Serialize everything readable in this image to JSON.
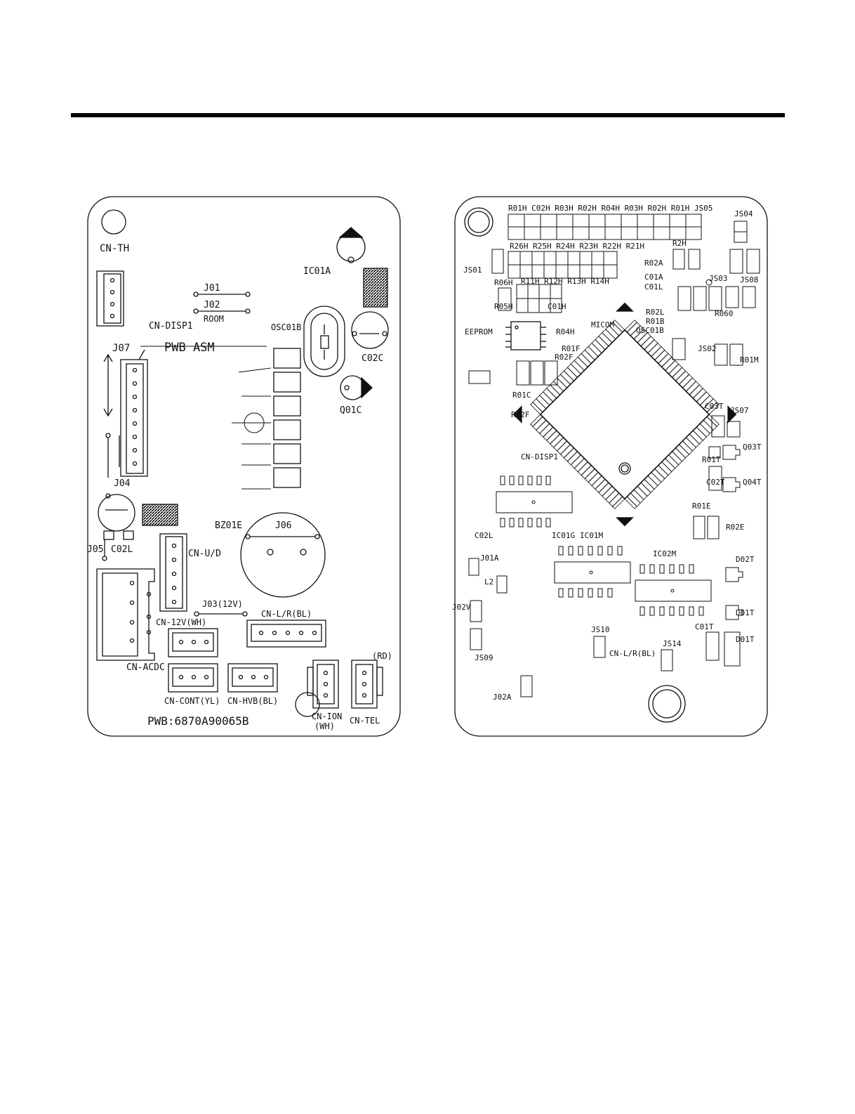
{
  "colors": {
    "ink": "#111111",
    "paper": "#ffffff"
  },
  "front": {
    "labels": {
      "cn_th": "CN-TH",
      "ic01a": "IC01A",
      "j01": "J01",
      "j02": "J02",
      "room": "ROOM",
      "cn_disp1": "CN-DISP1",
      "osc01b": "OSC01B",
      "j07": "J07",
      "pwb_asm": "PWB ASM",
      "c02c": "C02C",
      "q01c": "Q01C",
      "j04": "J04",
      "bz01e": "BZ01E",
      "j06": "J06",
      "j05": "J05",
      "c02l": "C02L",
      "cn_ud": "CN-U/D",
      "j03": "J03(12V)",
      "cn_lr": "CN-L/R(BL)",
      "cn_12v": "CN-12V(WH)",
      "cn_acdc": "CN-ACDC",
      "rd": "(RD)",
      "cn_cont": "CN-CONT(YL)",
      "cn_hvb": "CN-HVB(BL)",
      "cn_ion": "CN-ION",
      "wh": "(WH)",
      "cn_tel": "CN-TEL",
      "pwb_no": "PWB:6870A90065B"
    }
  },
  "back": {
    "labels": {
      "top_row": "R01H   C02H   R03H   R02H   R04H   R03H   R02H   R01H   JS05",
      "js04": "JS04",
      "r2h": "R2H",
      "r02a": "R02A",
      "row2": "R26H   R25H  R24H   R23H   R22H   R21H",
      "js01": "JS01",
      "c01a": "C01A",
      "c01l": "C01L",
      "row3": "R11H  R12H  R13H  R14H",
      "js03": "JS03",
      "js08": "JS08",
      "r06h": "R06H",
      "r05h": "R05H",
      "c01h": "C01H",
      "r060": "R060",
      "r02l": "R02L",
      "r01b": "R01B",
      "osc01b": "OSC01B",
      "eeprom": "EEPROM",
      "r04h": "R04H",
      "micom": "MICOM",
      "r01f": "R01F",
      "r02f_top": "R02F",
      "js02": "JS02",
      "r01m": "R01M",
      "js07": "JS07",
      "c03t": "C03T",
      "r01c": "R01C",
      "r02f": "R02F",
      "q03t": "Q03T",
      "r01t": "R01T",
      "cn_disp1": "CN-DISP1",
      "c02t": "C02T",
      "q04t": "Q04T",
      "r01e": "R01E",
      "r02e": "R02E",
      "c02l": "C02L",
      "ic01g": "IC01G",
      "ic01m": "IC01M",
      "ic02m": "IC02M",
      "j01a": "J01A",
      "d02t": "D02T",
      "l2": "L2",
      "j02v": "J02V",
      "d01t": "D01T",
      "js10": "JS10",
      "c01t": "C01T",
      "js14": "JS14",
      "cn_lr": "CN-L/R(BL)",
      "js09": "JS09",
      "d01t_b": "D01T",
      "j02a": "J02A"
    }
  }
}
